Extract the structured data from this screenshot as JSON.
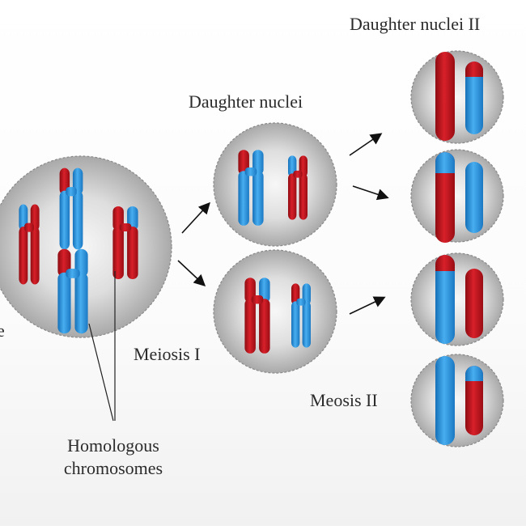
{
  "labels": {
    "daughter_nuclei_ii": "Daughter nuclei II",
    "daughter_nuclei": "Daughter nuclei",
    "meiosis_i": "Meiosis I",
    "meiosis_ii": "Meosis II",
    "homologous_line1": "Homologous",
    "homologous_line2": "chromosomes",
    "cut_left_text": "e"
  },
  "colors": {
    "chromosome_red": "#c8141e",
    "chromosome_blue": "#1e8fd8",
    "nucleus_gray": "#b5b5b5",
    "nucleus_center": "#f7f7f7",
    "arrow": "#111111",
    "text": "#2b2b2b"
  }
}
